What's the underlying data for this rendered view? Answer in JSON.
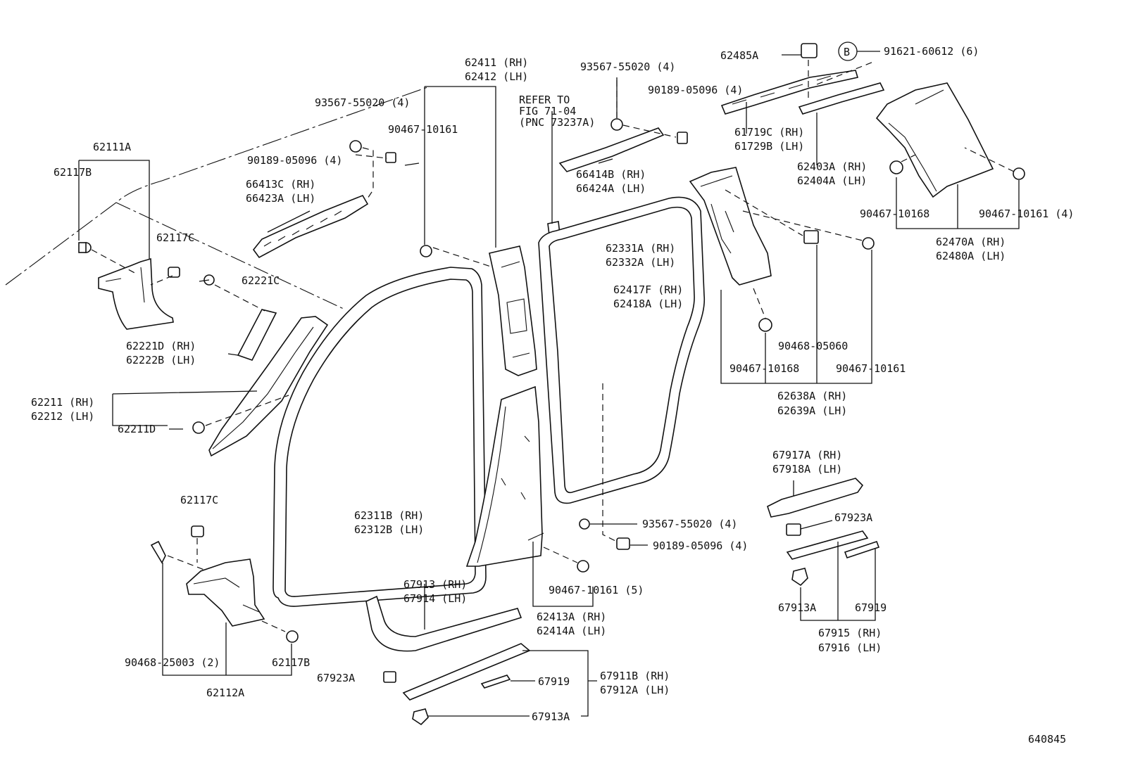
{
  "diagram": {
    "figure_number": "640845",
    "callout_b": "B",
    "labels": {
      "p62111A": "62111A",
      "p62117B_top": "62117B",
      "p62117C_top": "62117C",
      "p62221C": "62221C",
      "p93567_a": "93567-55020 (4)",
      "p90189_a": "90189-05096 (4)",
      "p66413C": "66413C (RH)",
      "p66423A": "66423A (LH)",
      "p62221D": "62221D (RH)",
      "p62222B": "62222B (LH)",
      "p62211": "62211 (RH)",
      "p62212": "62212 (LH)",
      "p62211D": "62211D",
      "p62117C_bot": "62117C",
      "p90468_25003": "90468-25003 (2)",
      "p62117B_bot": "62117B",
      "p62112A": "62112A",
      "p62411": "62411 (RH)",
      "p62412": "62412 (LH)",
      "p90467_10161_a": "90467-10161",
      "refer1": "REFER TO",
      "refer2": "FIG 71-04",
      "refer3": "(PNC 73237A)",
      "p93567_b": "93567-55020 (4)",
      "p90189_b": "90189-05096 (4)",
      "p66414B": "66414B (RH)",
      "p66424A": "66424A (LH)",
      "p62331A": "62331A (RH)",
      "p62332A": "62332A (LH)",
      "p62417F": "62417F (RH)",
      "p62418A": "62418A (LH)",
      "p62311B": "62311B (RH)",
      "p62312B": "62312B (LH)",
      "p93567_c": "93567-55020 (4)",
      "p90189_c": "90189-05096 (4)",
      "p90467_10161_5": "90467-10161 (5)",
      "p62413A": "62413A (RH)",
      "p62414A": "62414A (LH)",
      "p67913": "67913 (RH)",
      "p67914": "67914 (LH)",
      "p67923A_bot": "67923A",
      "p67919_bot": "67919",
      "p67911B": "67911B (RH)",
      "p67912A": "67912A (LH)",
      "p67913A_bot": "67913A",
      "p62485A": "62485A",
      "p91621": "91621-60612 (6)",
      "p61719C": "61719C (RH)",
      "p61729B": "61729B (LH)",
      "p62403A": "62403A (RH)",
      "p62404A": "62404A (LH)",
      "p90467_10168_a": "90467-10168",
      "p90467_10161_4": "90467-10161 (4)",
      "p62470A": "62470A (RH)",
      "p62480A": "62480A (LH)",
      "p90468_05060": "90468-05060",
      "p90467_10168_b": "90467-10168",
      "p90467_10161_b": "90467-10161",
      "p62638A": "62638A (RH)",
      "p62639A": "62639A (LH)",
      "p67917A": "67917A (RH)",
      "p67918A": "67918A (LH)",
      "p67923A_right": "67923A",
      "p67913A_right": "67913A",
      "p67919_right": "67919",
      "p67915": "67915 (RH)",
      "p67916": "67916 (LH)"
    }
  }
}
